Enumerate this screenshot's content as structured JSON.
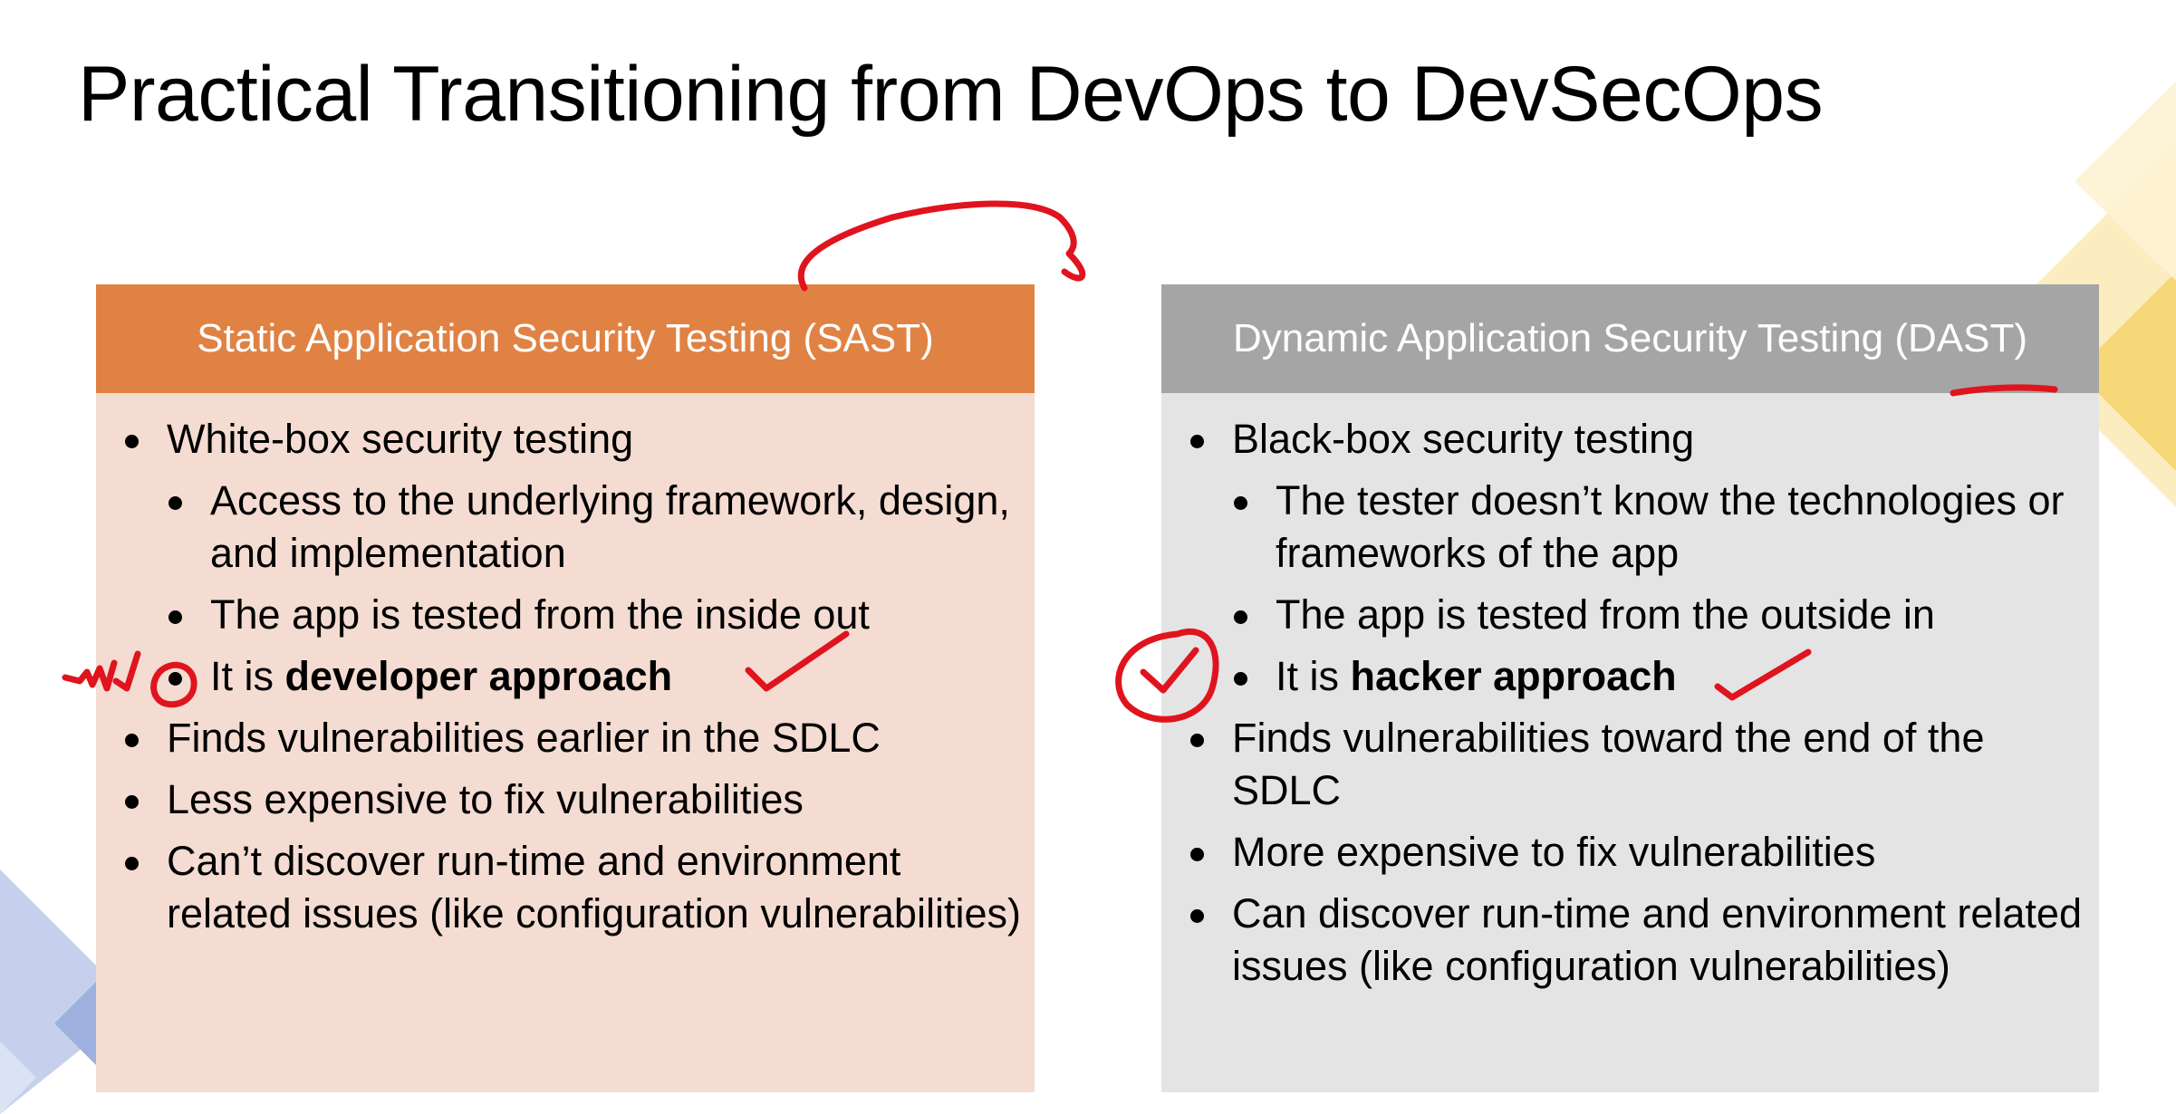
{
  "slide": {
    "title": "Practical Transitioning from DevOps to DevSecOps"
  },
  "sast": {
    "header": "Static Application Security Testing (SAST)",
    "items": [
      {
        "level": 1,
        "text": "White-box security testing"
      },
      {
        "level": 2,
        "text": "Access to the underlying framework, design, and implementation"
      },
      {
        "level": 2,
        "text": "The app is tested from the inside out"
      },
      {
        "level": 2,
        "prefix": "It is ",
        "bold": "developer approach"
      },
      {
        "level": 1,
        "text": "Finds vulnerabilities earlier in the SDLC"
      },
      {
        "level": 1,
        "text": "Less expensive to fix vulnerabilities"
      },
      {
        "level": 1,
        "text": "Can’t discover run-time and environment related issues (like configuration vulnerabilities)"
      }
    ]
  },
  "dast": {
    "header": "Dynamic Application Security Testing (DAST)",
    "items": [
      {
        "level": 1,
        "text": "Black-box security testing"
      },
      {
        "level": 2,
        "text": "The tester doesn’t know the technologies or frameworks of the app"
      },
      {
        "level": 2,
        "text": "The app is tested from the outside in"
      },
      {
        "level": 2,
        "prefix": "It is ",
        "bold": "hacker approach"
      },
      {
        "level": 1,
        "text": "Finds vulnerabilities toward the end of the SDLC"
      },
      {
        "level": 1,
        "text": "More expensive to fix vulnerabilities"
      },
      {
        "level": 1,
        "text": "Can discover run-time and environment related issues (like configuration vulnerabilities)"
      }
    ]
  },
  "colors": {
    "sast_header": "#e08243",
    "sast_body": "#f4dcd2",
    "dast_header": "#a5a5a5",
    "dast_body": "#e4e4e4",
    "annotation_ink": "#e0141e"
  },
  "decorations": [
    "yellow-diamonds",
    "blue-diamonds"
  ],
  "annotations": [
    "handwritten-arc",
    "checkmark",
    "circled-checkmark",
    "underline"
  ]
}
